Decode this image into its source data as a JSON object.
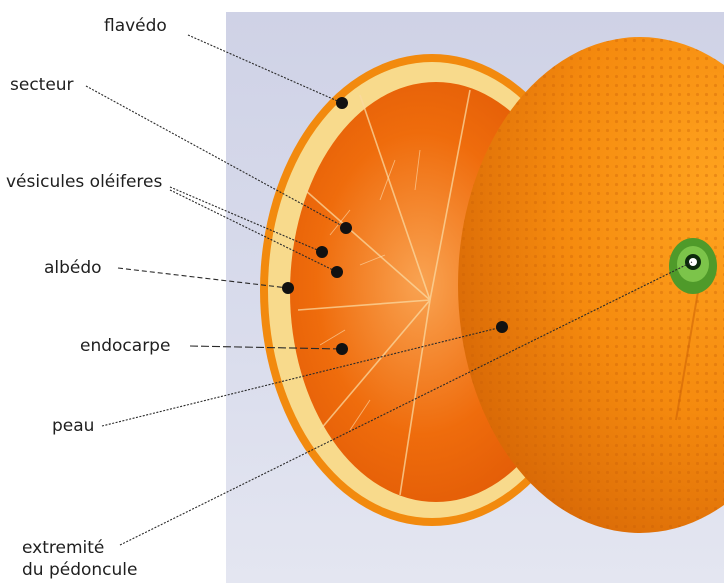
{
  "labels": {
    "flavedo": "flavédo",
    "secteur": "secteur",
    "vesicules": "vésicules oléiferes",
    "albedo": "albédo",
    "endocarpe": "endocarpe",
    "peau": "peau",
    "extremite_line1": "extremité",
    "extremite_line2": "du pédoncule"
  },
  "colors": {
    "backdrop": "#d6d9eb",
    "peel": "#f08a10",
    "albedo": "#f8d98a",
    "pulp": "#ee6a08",
    "pedicel": "#5aa832",
    "leader_line": "#2a2a2a",
    "dot": "#111111"
  }
}
